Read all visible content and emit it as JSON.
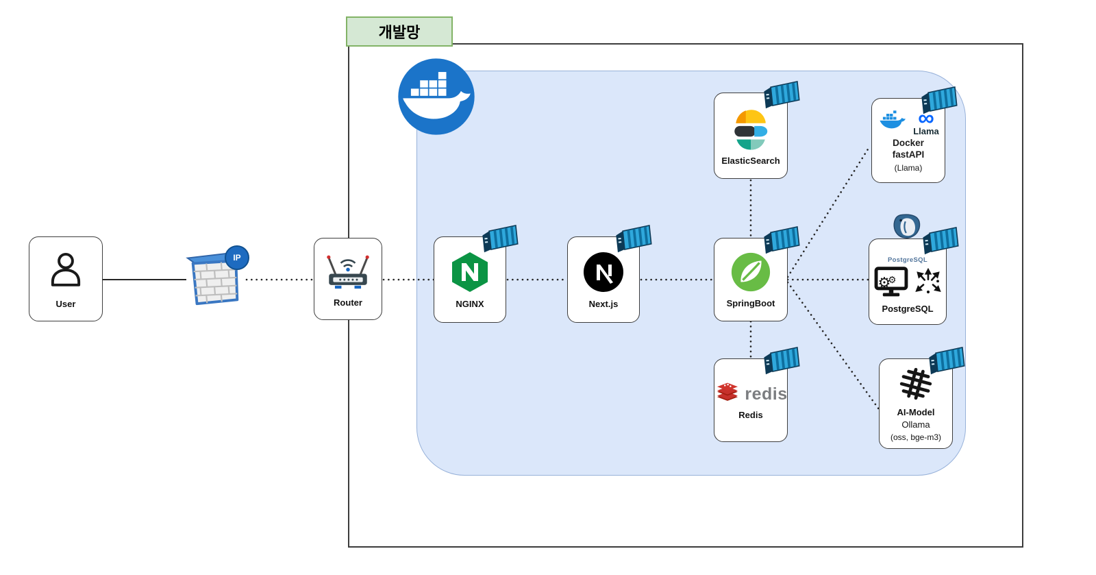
{
  "zone": {
    "label": "개발망"
  },
  "nodes": {
    "user": {
      "label": "User"
    },
    "firewall": {
      "badge": "IP"
    },
    "router": {
      "label": "Router"
    },
    "nginx": {
      "label": "NGINX"
    },
    "nextjs": {
      "label": "Next.js"
    },
    "elasticsearch": {
      "label": "ElasticSearch"
    },
    "springboot": {
      "label": "SpringBoot"
    },
    "redis": {
      "label": "Redis",
      "logo_text": "redis"
    },
    "fastapi": {
      "line1": "Docker",
      "line2": "fastAPI",
      "line3": "(Llama)",
      "logo_text": "Llama"
    },
    "postgresql": {
      "label": "PostgreSQL",
      "logo_text": "PostgreSQL"
    },
    "ollama": {
      "line1": "AI-Model",
      "line2": "Ollama",
      "line3": "(oss, bge-m3)"
    }
  },
  "edges": [
    {
      "from": "user",
      "to": "firewall",
      "style": "solid"
    },
    {
      "from": "firewall",
      "to": "router",
      "style": "dotted"
    },
    {
      "from": "router",
      "to": "nginx",
      "style": "dotted"
    },
    {
      "from": "nginx",
      "to": "nextjs",
      "style": "dotted"
    },
    {
      "from": "nextjs",
      "to": "springboot",
      "style": "dotted"
    },
    {
      "from": "elasticsearch",
      "to": "springboot",
      "style": "dotted"
    },
    {
      "from": "springboot",
      "to": "redis",
      "style": "dotted"
    },
    {
      "from": "springboot",
      "to": "fastapi",
      "style": "dotted"
    },
    {
      "from": "springboot",
      "to": "postgresql",
      "style": "dotted"
    },
    {
      "from": "springboot",
      "to": "ollama",
      "style": "dotted"
    }
  ],
  "colors": {
    "zone_fill": "#dbe7fa",
    "zone_border": "#97b1d9",
    "devnet_label_fill": "#d5e8d4",
    "devnet_label_border": "#82b366",
    "docker_blue": "#1b74c9",
    "container_blue": "#2fa8dc",
    "nginx_green": "#0b9444",
    "spring_green": "#68bc45",
    "redis_red": "#c6302b",
    "elastic_yellow": "#fec514",
    "elastic_blue": "#32aee5",
    "elastic_teal": "#00bfb3",
    "meta_blue": "#0866ff",
    "postgres_blue": "#336791",
    "edge_color": "#262626"
  }
}
